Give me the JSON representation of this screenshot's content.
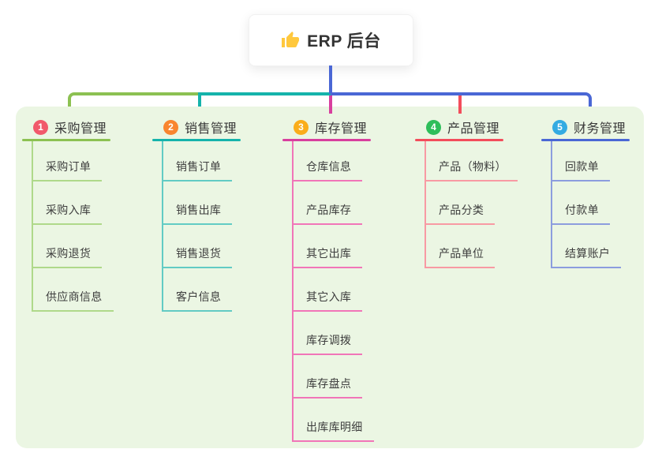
{
  "root": {
    "label": "ERP 后台",
    "icon": "thumbs-up-icon",
    "icon_color": "#FFC83D"
  },
  "colors": {
    "page_bg": "#FFFFFF",
    "panel_bg": "#EBF6E3",
    "root_connector": "#4A67D5",
    "header_text": "#383838",
    "child_text": "#3E3E3E"
  },
  "branches": [
    {
      "badge": "1",
      "title": "采购管理",
      "line_color": "#8CC152",
      "sub_line_color": "#AFD98A",
      "badge_color": "#F1596B",
      "children": [
        "采购订单",
        "采购入库",
        "采购退货",
        "供应商信息"
      ]
    },
    {
      "badge": "2",
      "title": "销售管理",
      "line_color": "#15B3AB",
      "sub_line_color": "#62CBC4",
      "badge_color": "#F9852F",
      "children": [
        "销售订单",
        "销售出库",
        "销售退货",
        "客户信息"
      ]
    },
    {
      "badge": "3",
      "title": "库存管理",
      "line_color": "#D83F9E",
      "sub_line_color": "#F175B8",
      "badge_color": "#FAAD1B",
      "children": [
        "仓库信息",
        "产品库存",
        "其它出库",
        "其它入库",
        "库存调拨",
        "库存盘点",
        "出库库明细"
      ]
    },
    {
      "badge": "4",
      "title": "产品管理",
      "line_color": "#F34D5B",
      "sub_line_color": "#F89AA3",
      "badge_color": "#2EBE5A",
      "children": [
        "产品（物料）",
        "产品分类",
        "产品单位"
      ]
    },
    {
      "badge": "5",
      "title": "财务管理",
      "line_color": "#4A67D5",
      "sub_line_color": "#8C9DDE",
      "badge_color": "#33ABE2",
      "children": [
        "回款单",
        "付款单",
        "结算账户"
      ]
    }
  ]
}
